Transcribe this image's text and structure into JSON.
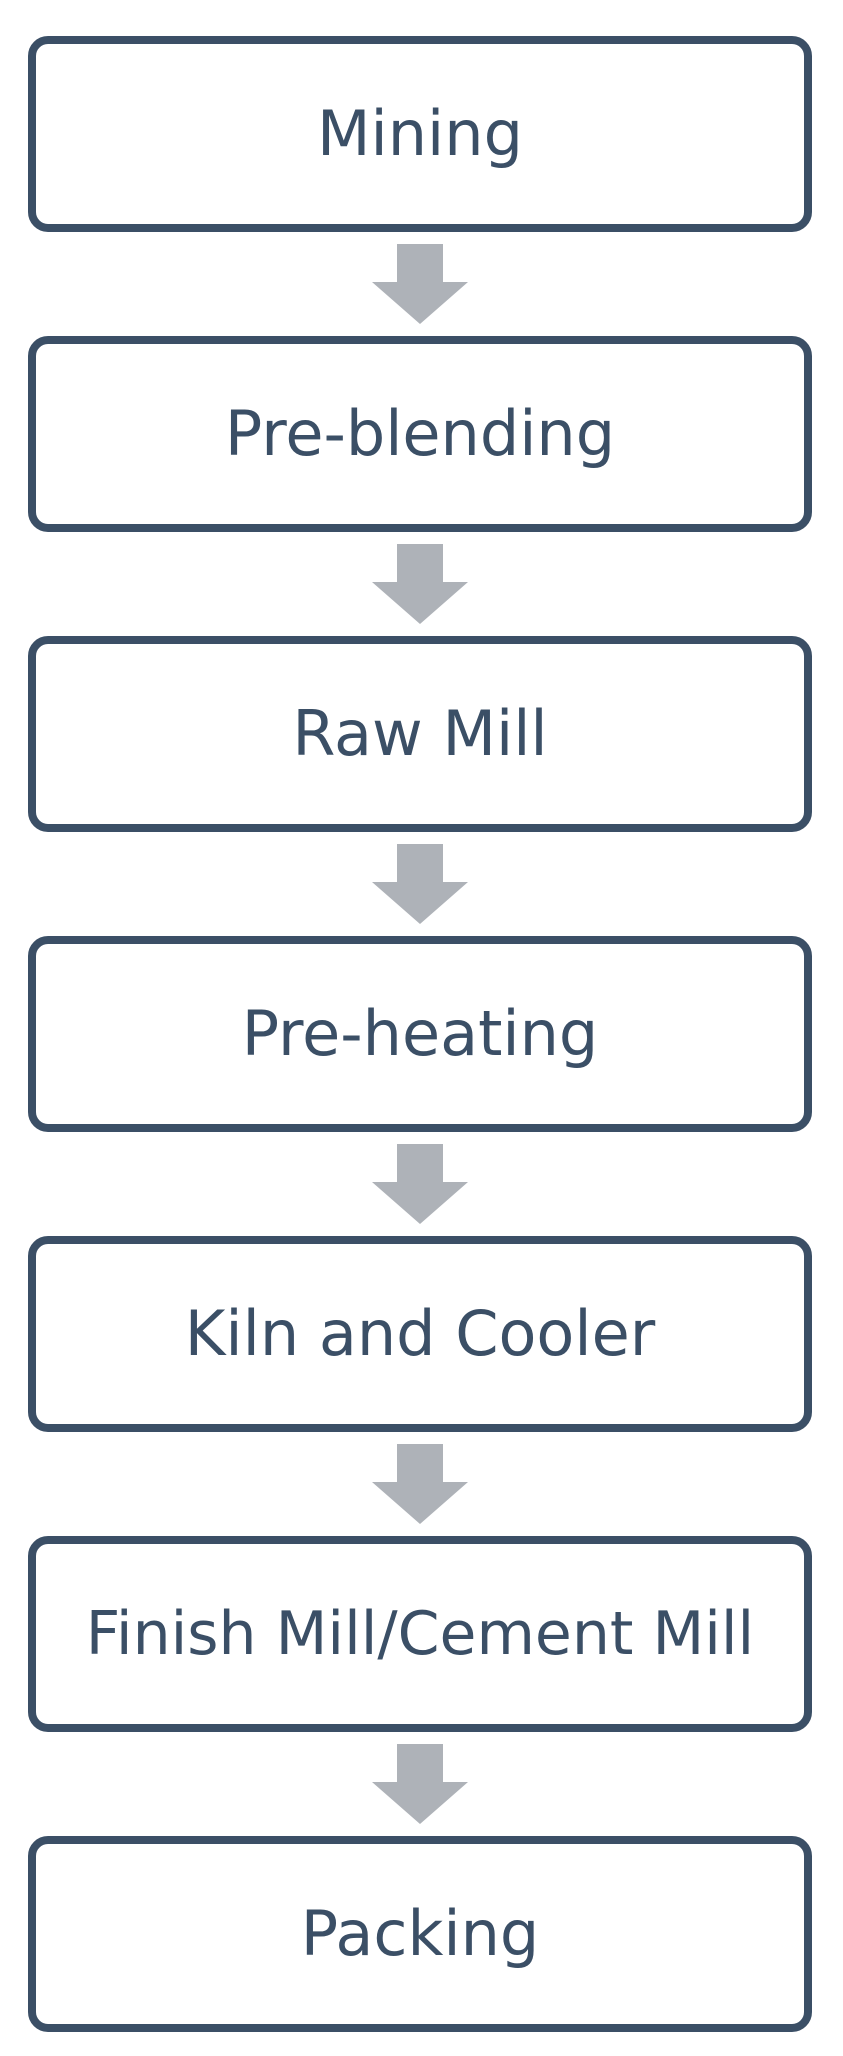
{
  "flowchart": {
    "steps": [
      {
        "label": "Mining"
      },
      {
        "label": "Pre-blending"
      },
      {
        "label": "Raw Mill"
      },
      {
        "label": "Pre-heating"
      },
      {
        "label": "Kiln and Cooler"
      },
      {
        "label": "Finish Mill/Cement Mill"
      },
      {
        "label": "Packing"
      }
    ]
  },
  "colors": {
    "box_border": "#3b4f66",
    "text": "#3b4f66",
    "arrow": "#aeb2b8",
    "background": "#ffffff"
  },
  "icons": {
    "connector": "down-arrow-icon"
  }
}
